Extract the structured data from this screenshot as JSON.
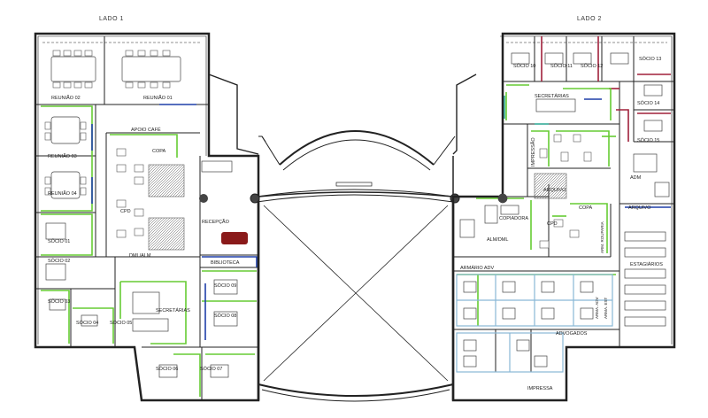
{
  "plan": {
    "side_left": "LADO 1",
    "side_right": "LADO 2",
    "colors": {
      "wall": "#222222",
      "room_green": "#66cc33",
      "room_blue": "#1f3fa8",
      "room_red": "#a0203a",
      "furniture": "#555555",
      "partition": "#89b8d6",
      "reception_desk": "#8a1a1a"
    },
    "rooms_left": {
      "reuniao_02": "REUNIÃO 02",
      "reuniao_01": "REUNIÃO 01",
      "reuniao_03": "REUNIÃO 03",
      "reuniao_04": "REUNIÃO 04",
      "apoio_cafe": "APOIO CAFÉ",
      "copa": "COPA",
      "cpd": "CPD",
      "dml_alm": "DML/ALM",
      "recepcao": "RECEPÇÃO",
      "biblioteca": "BIBLIOTECA",
      "socio_01": "SÓCIO 01",
      "socio_02": "SÓCIO 02",
      "socio_03": "SÓCIO 03",
      "socio_04": "SÓCIO 04",
      "socio_05": "SÓCIO 05",
      "socio_06": "SÓCIO 06",
      "socio_07": "SÓCIO 07",
      "socio_08": "SÓCIO 08",
      "socio_09": "SÓCIO 09",
      "secretarias": "SECRETÁRIAS"
    },
    "rooms_right": {
      "socio_10": "SÓCIO 10",
      "socio_11": "SÓCIO 11",
      "socio_12": "SÓCIO 12",
      "socio_13": "SÓCIO 13",
      "socio_14": "SÓCIO 14",
      "socio_15": "SÓCIO 15",
      "secretarias": "SECRETÁRIAS",
      "impressao": "IMPRESSÃO",
      "arquivo": "ARQUIVO",
      "arquivo_right": "ARQUIVO",
      "copiadora": "COPIADORA",
      "alm_dml": "ALM/DML",
      "cpd": "CPD",
      "copa": "COPA",
      "arm_rouparia": "ARM. ROUPARIA",
      "adm": "ADM",
      "estagiarios": "ESTAGIÁRIOS",
      "armario_adv": "ARMÁRIO ADV",
      "arma_adv": "ARMA. ADV",
      "arma_est": "ARMA. EST",
      "advogados": "ADVOGADOS",
      "impressa": "IMPRESSA"
    }
  }
}
